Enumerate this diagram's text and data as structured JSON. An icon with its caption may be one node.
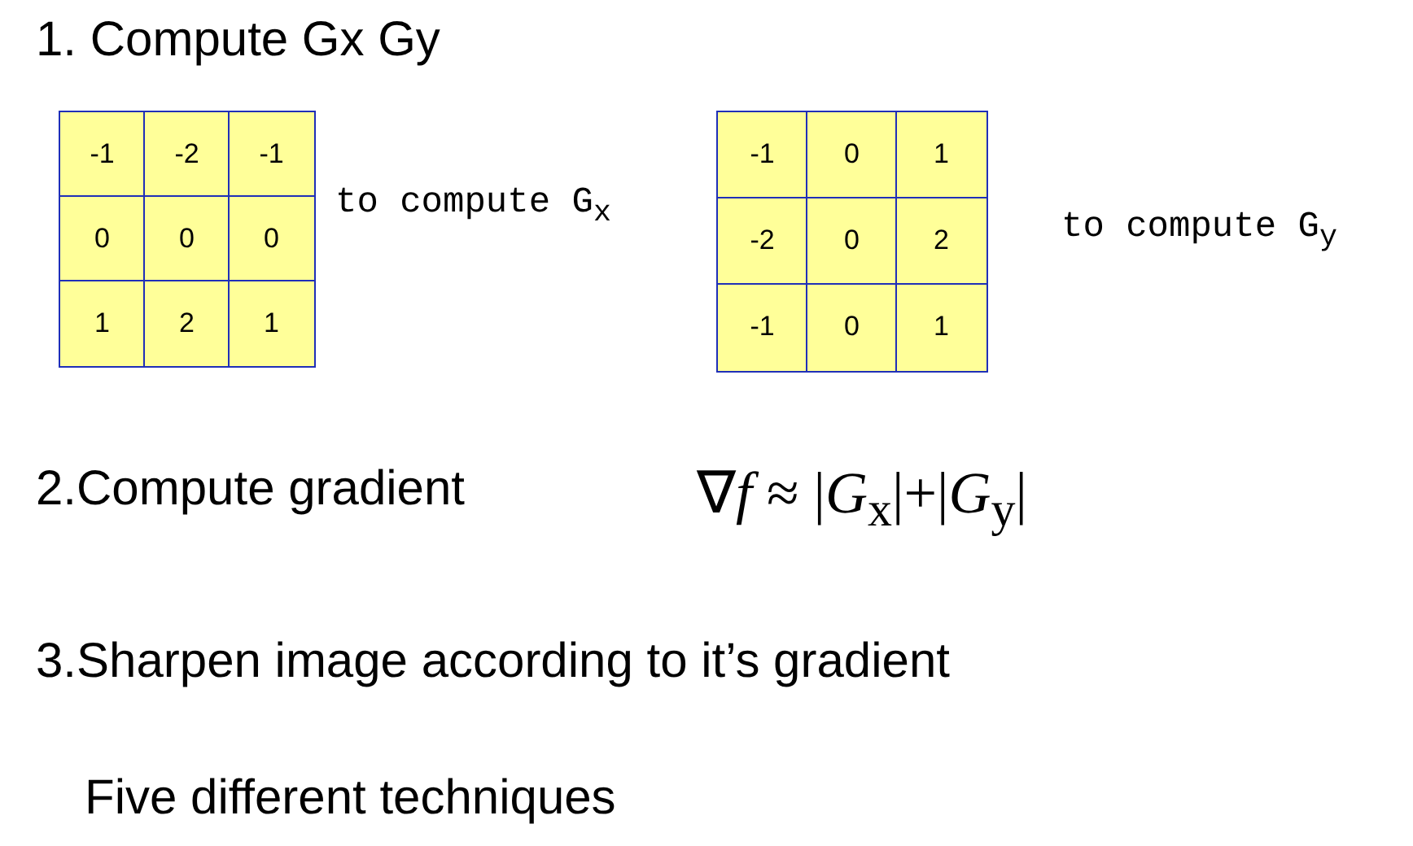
{
  "diagram": {
    "labels": [
      "1. Compute Gx Gy",
      "-1",
      "-2",
      "-1",
      "0",
      "0",
      "0",
      "1",
      "2",
      "1",
      "to compute G$_{x}$",
      "-1",
      "0",
      "1",
      "-2",
      "0",
      "2",
      "-1",
      "0",
      "1",
      "to compute G$_{y}$",
      "2.Compute gradient",
      "∇*f* ≈ |*G*$_{x}$|+|*G*$_{y}$|",
      "3.Sharpen image according to it’s gradient",
      "Five different techniques"
    ]
  }
}
